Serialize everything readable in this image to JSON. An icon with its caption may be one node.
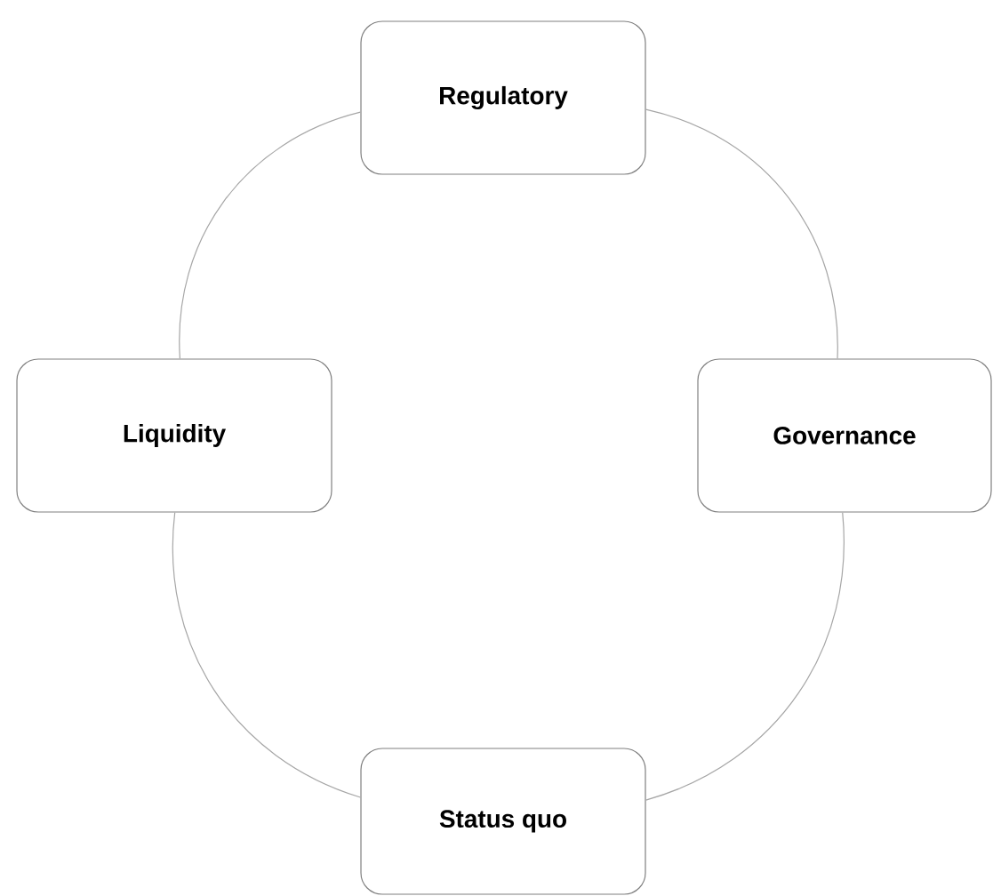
{
  "diagram": {
    "nodes": [
      {
        "text": [
          "Regulatory"
        ]
      },
      {
        "text": [
          "Liquidity"
        ]
      },
      {
        "text": [
          "Governance"
        ]
      },
      {
        "text": [
          "Status quo"
        ]
      }
    ],
    "edges": [
      {
        "from": 0,
        "to": 2,
        "arrow": "none"
      },
      {
        "from": 2,
        "to": 3,
        "arrow": "none"
      },
      {
        "from": 3,
        "to": 1,
        "arrow": "none"
      },
      {
        "from": 1,
        "to": 0,
        "arrow": "none"
      }
    ]
  }
}
